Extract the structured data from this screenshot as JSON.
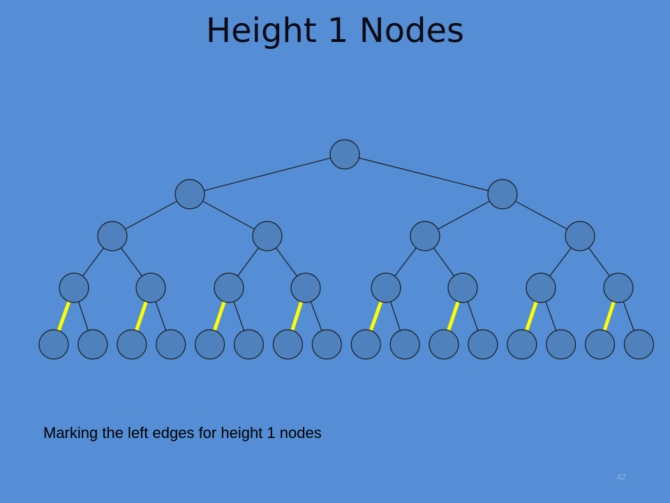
{
  "slide": {
    "title": "Height 1 Nodes",
    "caption": "Marking the left edges for height 1 nodes",
    "slide_number": "42"
  },
  "colors": {
    "background": "#558ed5",
    "node_fill": "#4f81bd",
    "node_stroke": "#1a1a1a",
    "edge": "#1a1a1a",
    "highlight_edge": "#ffff00"
  },
  "tree": {
    "type": "complete-binary-tree",
    "levels": 5,
    "highlighted_edges": "left child edge of every height 1 node"
  }
}
